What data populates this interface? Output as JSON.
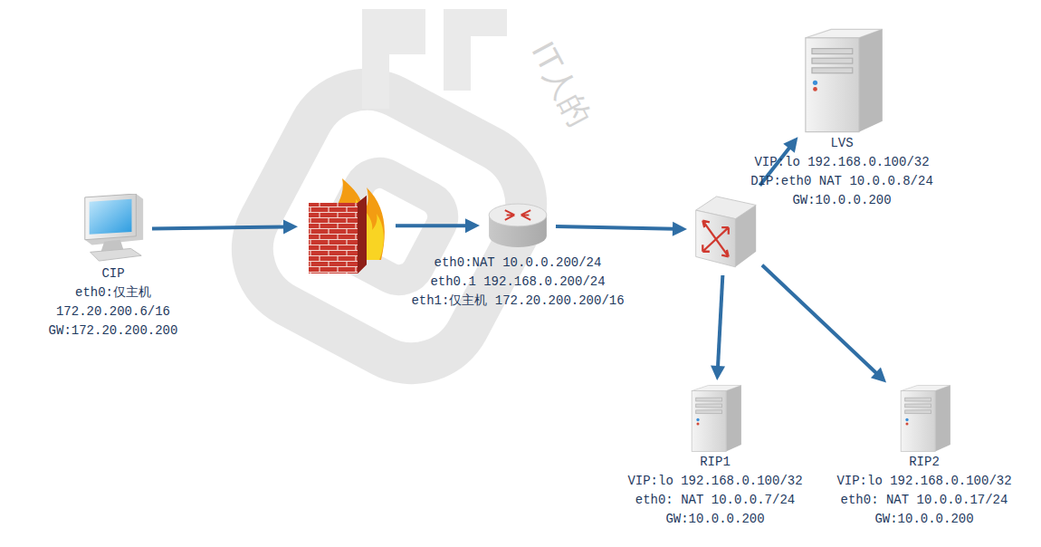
{
  "diagram": {
    "nodes": [
      {
        "text": [
          "CIP",
          "eth0:仅主机",
          "172.20.200.6/16",
          "GW:172.20.200.200"
        ]
      },
      {
        "text": []
      },
      {
        "text": [
          "eth0:NAT 10.0.0.200/24",
          "eth0.1 192.168.0.200/24",
          "eth1:仅主机 172.20.200.200/16"
        ]
      },
      {
        "text": []
      },
      {
        "text": [
          "LVS",
          "VIP:lo 192.168.0.100/32",
          "DIP:eth0 NAT 10.0.0.8/24",
          "GW:10.0.0.200"
        ]
      },
      {
        "text": [
          "RIP1",
          "VIP:lo 192.168.0.100/32",
          "eth0: NAT 10.0.0.7/24",
          "GW:10.0.0.200"
        ]
      },
      {
        "text": [
          "RIP2",
          "VIP:lo 192.168.0.100/32",
          "eth0: NAT 10.0.0.17/24",
          "GW:10.0.0.200"
        ]
      }
    ],
    "edges": [
      {
        "from": 0,
        "to": 1,
        "arrow": "to"
      },
      {
        "from": 1,
        "to": 2,
        "arrow": "to"
      },
      {
        "from": 2,
        "to": 3,
        "arrow": "to"
      },
      {
        "from": 3,
        "to": 4,
        "arrow": "to"
      },
      {
        "from": 3,
        "to": 5,
        "arrow": "to"
      },
      {
        "from": 3,
        "to": 6,
        "arrow": "to"
      }
    ],
    "labels": [
      "IT人的"
    ]
  }
}
